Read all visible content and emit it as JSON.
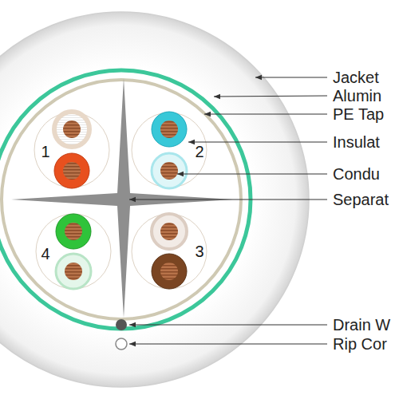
{
  "diagram": {
    "labels": [
      "Jacket",
      "Alumin",
      "PE Tap",
      "Insulat",
      "Condu",
      "Separat",
      "Drain W",
      "Rip Cor",
      "1",
      "2",
      "3",
      "4"
    ]
  }
}
